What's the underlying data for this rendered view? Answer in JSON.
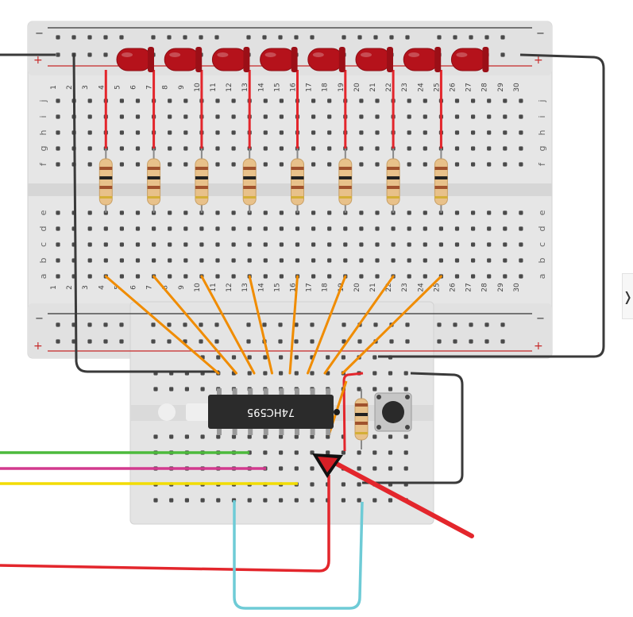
{
  "chip": {
    "label": "74HC595"
  },
  "breadboard": {
    "column_labels": [
      "1",
      "2",
      "3",
      "4",
      "5",
      "6",
      "7",
      "8",
      "9",
      "10",
      "11",
      "12",
      "13",
      "14",
      "15",
      "16",
      "17",
      "18",
      "19",
      "20",
      "21",
      "22",
      "23",
      "24",
      "25",
      "26",
      "27",
      "28",
      "29",
      "30"
    ],
    "upper_row_labels": [
      "j",
      "i",
      "h",
      "g",
      "f"
    ],
    "lower_row_labels": [
      "e",
      "d",
      "c",
      "b",
      "a"
    ],
    "rail_minus": "−",
    "rail_plus": "+"
  },
  "components": {
    "led_count": 8,
    "resistor_count": 8,
    "led_color": "#b5121b",
    "wire_orange": "#f08c00",
    "wire_red": "#e3262c",
    "wire_black": "#3a3a3a",
    "wire_green": "#4cba3c",
    "wire_magenta": "#d23a8e",
    "wire_yellow": "#f2dc00",
    "wire_cyan": "#6ecbd6"
  },
  "ui": {
    "sidebar_toggle_icon": "chevron-right-icon",
    "sidebar_toggle_glyph": "❭"
  }
}
